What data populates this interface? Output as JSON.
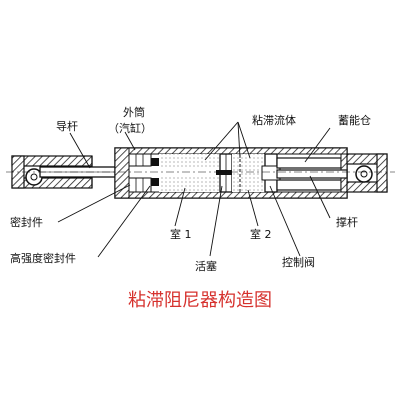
{
  "labels": {
    "guide_rod": "导杆",
    "outer_cylinder": "外筒",
    "cylinder_paren": "（汽缸）",
    "viscous_fluid": "粘滞流体",
    "accumulator": "蓄能仓",
    "seal": "密封件",
    "high_strength_seal": "高强度密封件",
    "chamber1": "室 1",
    "piston": "活塞",
    "chamber2": "室 2",
    "control_valve": "控制阀",
    "strut_rod": "撑杆"
  },
  "caption": "粘滞阻尼器构造图"
}
